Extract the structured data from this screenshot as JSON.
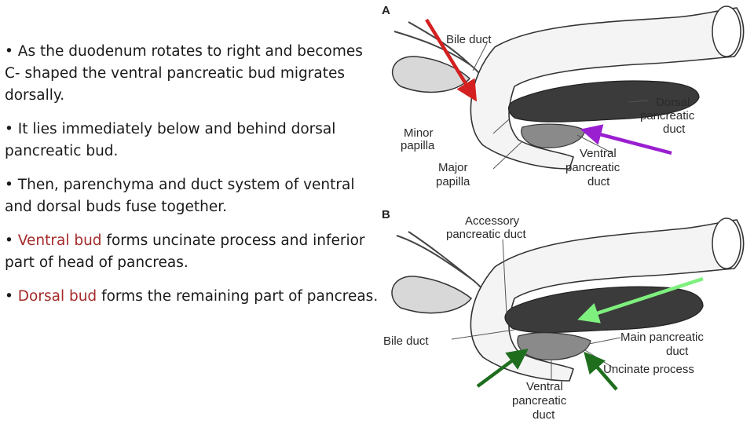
{
  "bullets": [
    {
      "prefix": "• ",
      "highlight": "",
      "rest": "As the duodenum rotates to right and becomes C- shaped the ventral pancreatic bud migrates dorsally."
    },
    {
      "prefix": "• ",
      "highlight": "",
      "rest": "It lies immediately below and behind dorsal pancreatic bud."
    },
    {
      "prefix": "• ",
      "highlight": "",
      "rest": "Then, parenchyma and duct system of ventral and dorsal buds fuse together."
    },
    {
      "prefix": "• ",
      "highlight": "Ventral bud",
      "rest": " forms uncinate process and inferior part of head of pancreas."
    },
    {
      "prefix": "• ",
      "highlight": "Dorsal bud",
      "rest": " forms the remaining part of pancreas."
    }
  ],
  "highlight_color": "#a52a2a",
  "figure": {
    "panel_a": {
      "letter": "A",
      "bile_duct": "Bile duct",
      "dorsal_duct": [
        "Dorsal",
        "pancreatic",
        "duct"
      ],
      "minor_papilla": [
        "Minor",
        "papilla"
      ],
      "major_papilla": [
        "Major",
        "papilla"
      ],
      "ventral_duct": [
        "Ventral",
        "pancreatic",
        "duct"
      ]
    },
    "panel_b": {
      "letter": "B",
      "accessory_duct": [
        "Accessory",
        "pancreatic duct"
      ],
      "bile_duct": "Bile duct",
      "main_duct": [
        "Main pancreatic",
        "duct"
      ],
      "uncinate": "Uncinate process",
      "ventral_duct": [
        "Ventral",
        "pancreatic",
        "duct"
      ]
    },
    "arrow_colors": {
      "red": "#d42020",
      "purple": "#9a1fd0",
      "light_green": "#7ef07e",
      "dark_green": "#1e6e1e"
    }
  }
}
